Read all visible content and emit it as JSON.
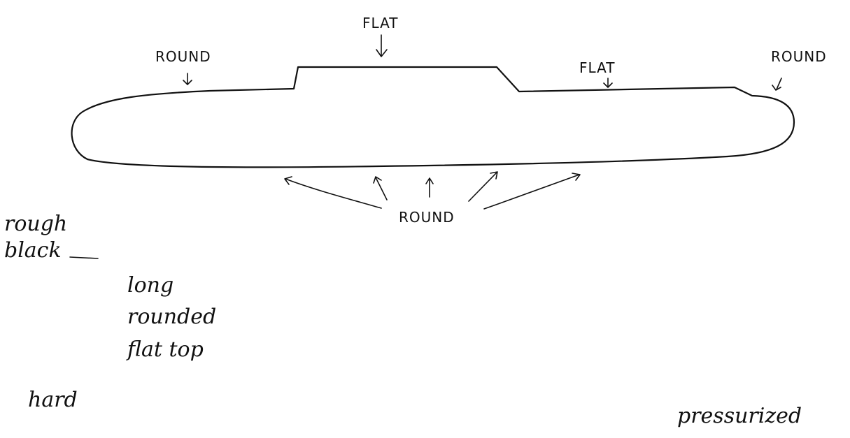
{
  "labels": {
    "flat_top": "FLAT",
    "flat_right": "FLAT",
    "round_left": "ROUND",
    "round_right": "ROUND",
    "round_bottom": "ROUND"
  },
  "notes": {
    "rough": "rough",
    "black": "black",
    "long": "long",
    "rounded": "rounded",
    "flat_top": "flat top",
    "hard": "hard",
    "pressurized": "pressurized"
  }
}
